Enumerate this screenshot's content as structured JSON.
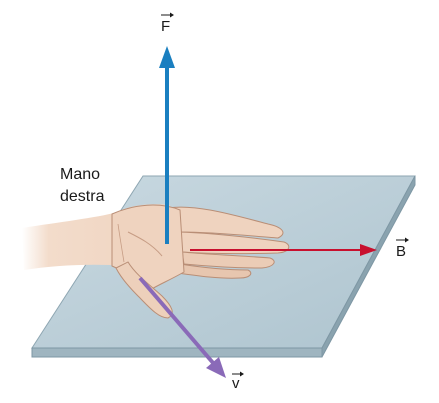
{
  "labels": {
    "hand_line1": "Mano",
    "hand_line2": "destra",
    "force": "F",
    "field": "B",
    "velocity": "v"
  },
  "colors": {
    "force_arrow": "#1a7fc0",
    "field_arrow": "#c8102e",
    "velocity_arrow": "#8a6ab8",
    "plane_face": "#b8ccd6",
    "plane_edge": "#7e97a4",
    "skin": "#efd3bf",
    "skin_shadow": "#d9b199"
  },
  "icons": {
    "vector_marker": "right-arrow-over-letter"
  }
}
